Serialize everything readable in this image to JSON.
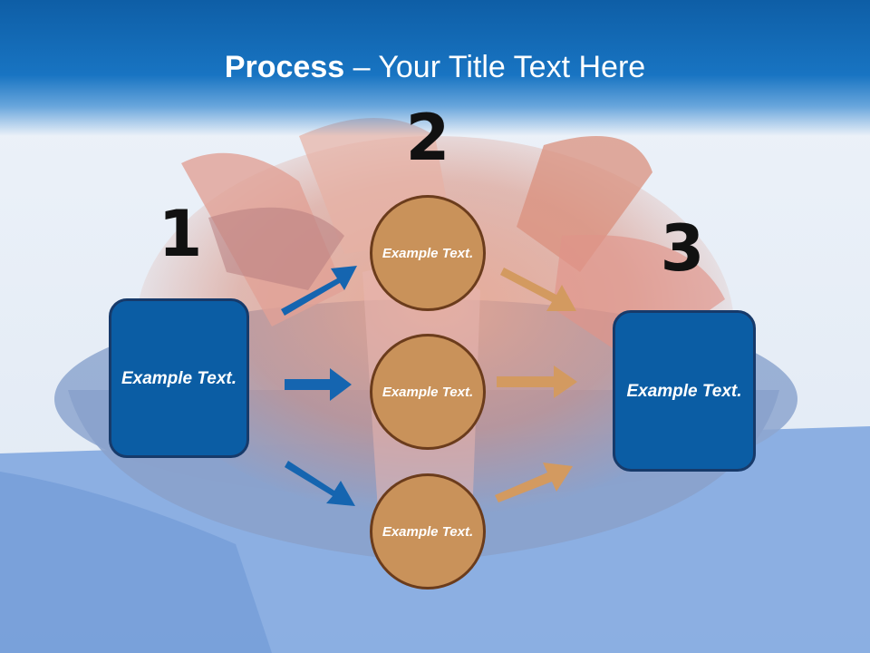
{
  "title": {
    "bold": "Process",
    "dash": " – ",
    "rest": "Your Title Text Here"
  },
  "numbers": [
    "1",
    "2",
    "3"
  ],
  "left_box": {
    "text": "Example Text."
  },
  "circles": [
    {
      "text": "Example Text."
    },
    {
      "text": "Example Text."
    },
    {
      "text": "Example Text."
    }
  ],
  "right_box": {
    "text": "Example Text."
  },
  "colors": {
    "title_bar": "#1874c2",
    "box": "#0b5da4",
    "circle": "#c9925a",
    "arrow_left": "#1565b0",
    "arrow_right": "#d39a60"
  }
}
